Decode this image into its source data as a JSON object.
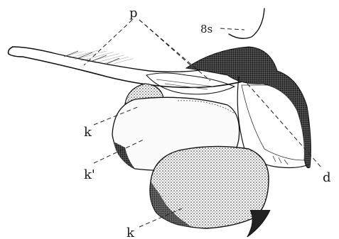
{
  "figure": {
    "labels": {
      "p": "p",
      "ss": "8s",
      "d": "d",
      "k_upper": "k",
      "k_prime": "k'",
      "k_lower": "k"
    },
    "colors": {
      "ink": "#111111",
      "paper": "#ffffff"
    }
  }
}
